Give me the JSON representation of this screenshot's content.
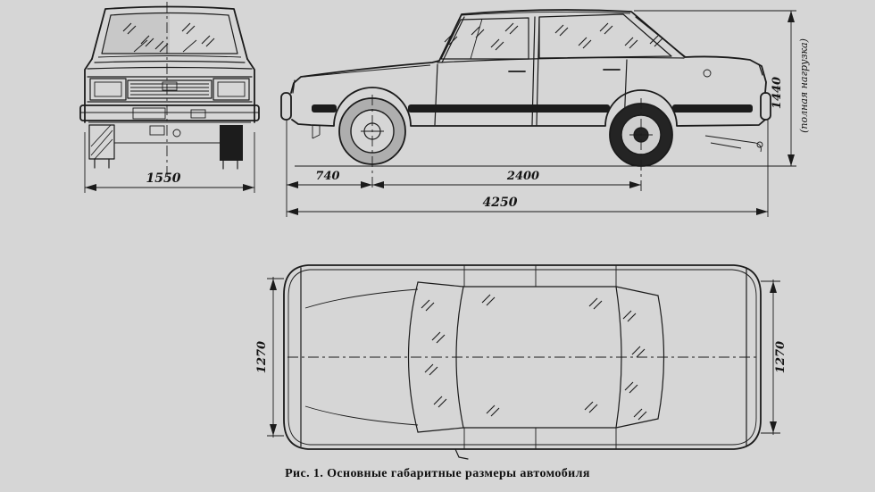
{
  "caption": "Рис. 1. Основные габаритные размеры автомобиля",
  "colors": {
    "paper": "#d6d6d6",
    "ink": "#1b1b1b"
  },
  "dimensions": {
    "front_width": "1550",
    "front_overhang": "740",
    "wheelbase": "2400",
    "overall_length": "4250",
    "height": "1440",
    "height_note": "(полная нагрузка)",
    "track_left": "1270",
    "track_right": "1270"
  }
}
